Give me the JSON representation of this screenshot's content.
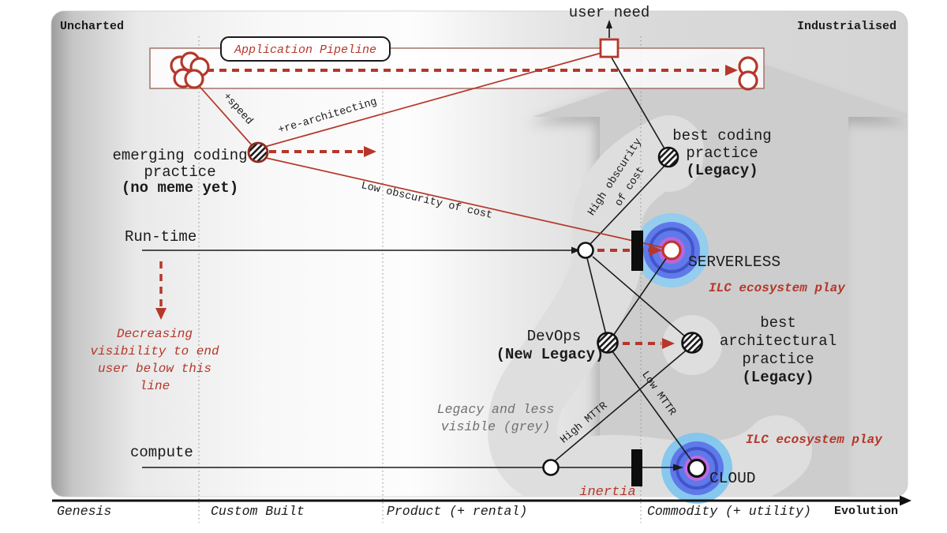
{
  "colors": {
    "accent_red": "#b5372a",
    "node_blue": "#5f7ae8",
    "node_blue_ring": "#4254cc",
    "halo_blue": "#8ccdf3",
    "purple_ring": "#b568dd",
    "cloud_purple_ring": "#c26ae2",
    "blob_grey": "#dedede",
    "arrow_grey": "#cdcdcd",
    "grey_text": "#73716e"
  },
  "corners": {
    "left": "Uncharted",
    "right": "Industrialised"
  },
  "texts": {
    "user_need": "user need",
    "app_pipeline": "Application Pipeline",
    "speed": "+speed",
    "rearchitecting": "+re-architecting",
    "emerging": [
      "emerging coding",
      "practice",
      "(no meme yet)"
    ],
    "best_coding": [
      "best coding",
      "practice",
      "(Legacy)"
    ],
    "low_obscurity": "Low obscurity of cost",
    "high_obscurity": [
      "High obscurity",
      "of cost"
    ],
    "runtime": "Run-time",
    "decreasing": [
      "Decreasing",
      "visibility to end",
      "user below this",
      "line"
    ],
    "serverless": "SERVERLESS",
    "ilc_serverless": "ILC ecosystem play",
    "devops": [
      "DevOps",
      "(New Legacy)"
    ],
    "best_arch": [
      "best",
      "architectural",
      "practice",
      "(Legacy)"
    ],
    "high_mttr": "High MTTR",
    "low_mttr": "Low MTTR",
    "legacy_grey": [
      "Legacy and less",
      "visible (grey)"
    ],
    "compute": "compute",
    "inertia": "inertia",
    "cloud": "CLOUD",
    "ilc_cloud": "ILC ecosystem play"
  },
  "axis": {
    "genesis": "Genesis",
    "custom_built": "Custom Built",
    "product": "Product (+ rental)",
    "commodity": "Commodity (+ utility)",
    "evolution": "Evolution"
  }
}
